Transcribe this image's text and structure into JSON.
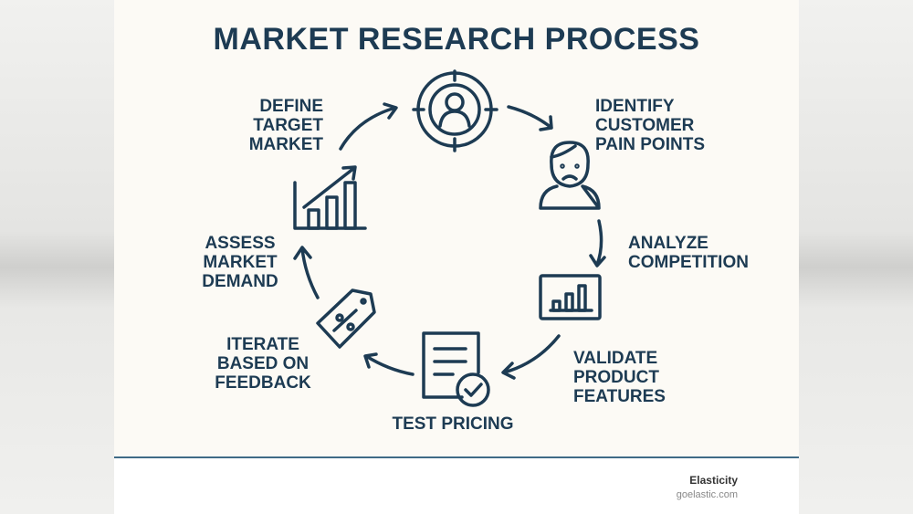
{
  "title": "MARKET RESEARCH  PROCESS",
  "steps": [
    {
      "lines": [
        "DEFINE",
        "TARGET",
        "MARKET"
      ],
      "icon": "target-person-icon"
    },
    {
      "lines": [
        "IDENTIFY",
        "CUSTOMER",
        "PAIN POINTS"
      ],
      "icon": "sad-person-icon"
    },
    {
      "lines": [
        "ANALYZE",
        "COMPETITION"
      ],
      "icon": "bar-chart-monitor-icon"
    },
    {
      "lines": [
        "VALIDATE",
        "PRODUCT",
        "FEATURES"
      ],
      "icon": "document-check-icon"
    },
    {
      "lines": [
        "TEST PRICING"
      ],
      "icon": "document-check-icon"
    },
    {
      "lines": [
        "ITERATE",
        "BASED ON",
        "FEEDBACK"
      ],
      "icon": "price-tag-icon"
    },
    {
      "lines": [
        "ASSESS",
        "MARKET",
        "DEMAND"
      ],
      "icon": "growth-chart-icon"
    }
  ],
  "footer": {
    "brand": "Elasticity",
    "site": "goelastic.com"
  },
  "colors": {
    "primary": "#1d3b53",
    "background": "#fcfaf5",
    "rule": "#3f6a86"
  }
}
